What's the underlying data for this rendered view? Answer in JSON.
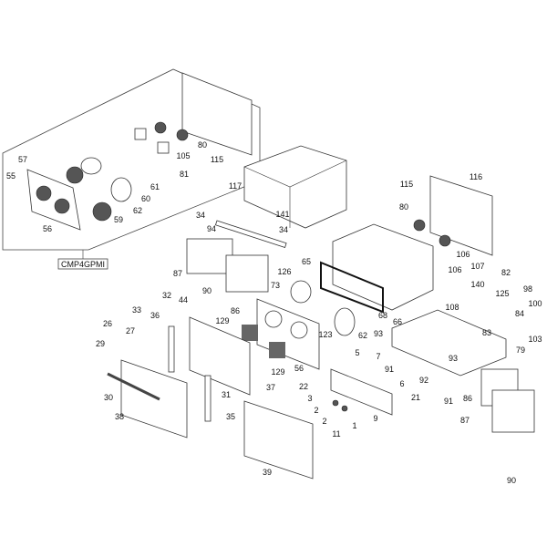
{
  "diagram": {
    "kit_code": "CMP4GPMI",
    "callouts": [
      "115",
      "80",
      "105",
      "81",
      "57",
      "55",
      "61",
      "60",
      "62",
      "59",
      "56",
      "117",
      "34",
      "94",
      "141",
      "34",
      "65",
      "87",
      "126",
      "73",
      "90",
      "86",
      "129",
      "129",
      "56",
      "123",
      "62",
      "66",
      "68",
      "93",
      "115",
      "116",
      "80",
      "106",
      "106",
      "107",
      "108",
      "82",
      "140",
      "125",
      "98",
      "100",
      "84",
      "83",
      "79",
      "103",
      "33",
      "32",
      "44",
      "36",
      "26",
      "27",
      "29",
      "30",
      "38",
      "31",
      "37",
      "35",
      "39",
      "22",
      "5",
      "7",
      "6",
      "3",
      "2",
      "2",
      "11",
      "1",
      "9",
      "21",
      "91",
      "92",
      "93",
      "91",
      "86",
      "87",
      "90"
    ]
  }
}
